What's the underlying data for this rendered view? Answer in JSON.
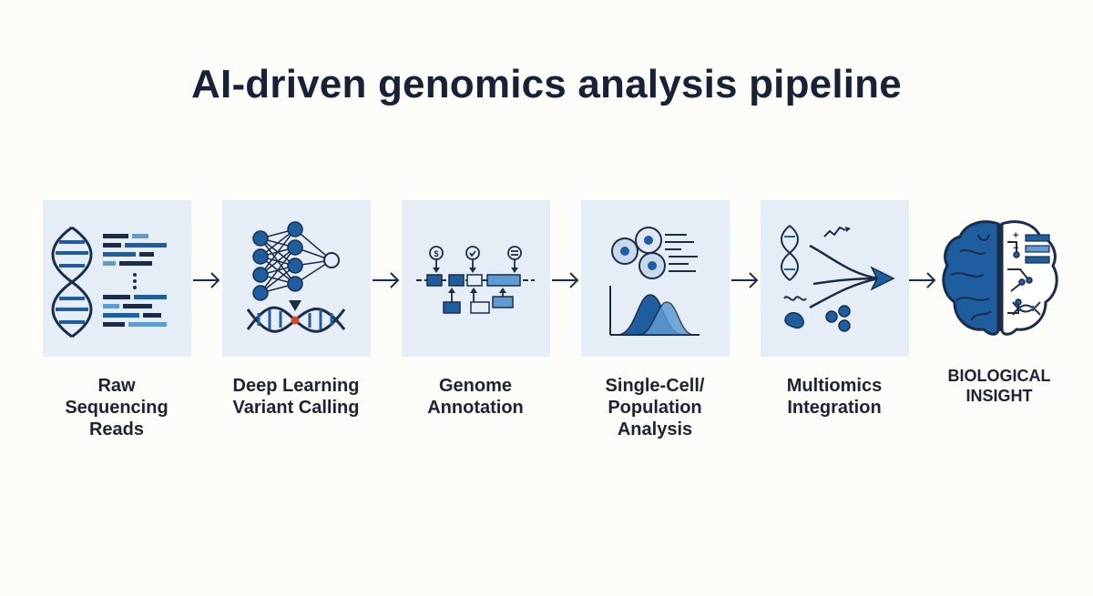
{
  "title": "AI-driven genomics analysis pipeline",
  "colors": {
    "navy": "#1b2c4a",
    "primary_blue": "#1f5e9e",
    "light_blue": "#5f9bd3",
    "panel": "#e5edf7",
    "marker": "#d9452b"
  },
  "stages": [
    {
      "label": [
        "Raw",
        "Sequencing",
        "Reads"
      ],
      "icon": "dna-reads-icon"
    },
    {
      "label": [
        "Deep Learning",
        "Variant Calling"
      ],
      "icon": "neural-network-icon"
    },
    {
      "label": [
        "Genome",
        "Annotation"
      ],
      "icon": "gene-track-icon"
    },
    {
      "label": [
        "Single-Cell/",
        "Population",
        "Analysis"
      ],
      "icon": "cells-distribution-icon"
    },
    {
      "label": [
        "Multiomics",
        "Integration"
      ],
      "icon": "multiomics-merge-icon"
    }
  ],
  "output": {
    "label": [
      "BIOLOGICAL",
      "INSIGHT"
    ],
    "icon": "brain-circuit-icon"
  }
}
